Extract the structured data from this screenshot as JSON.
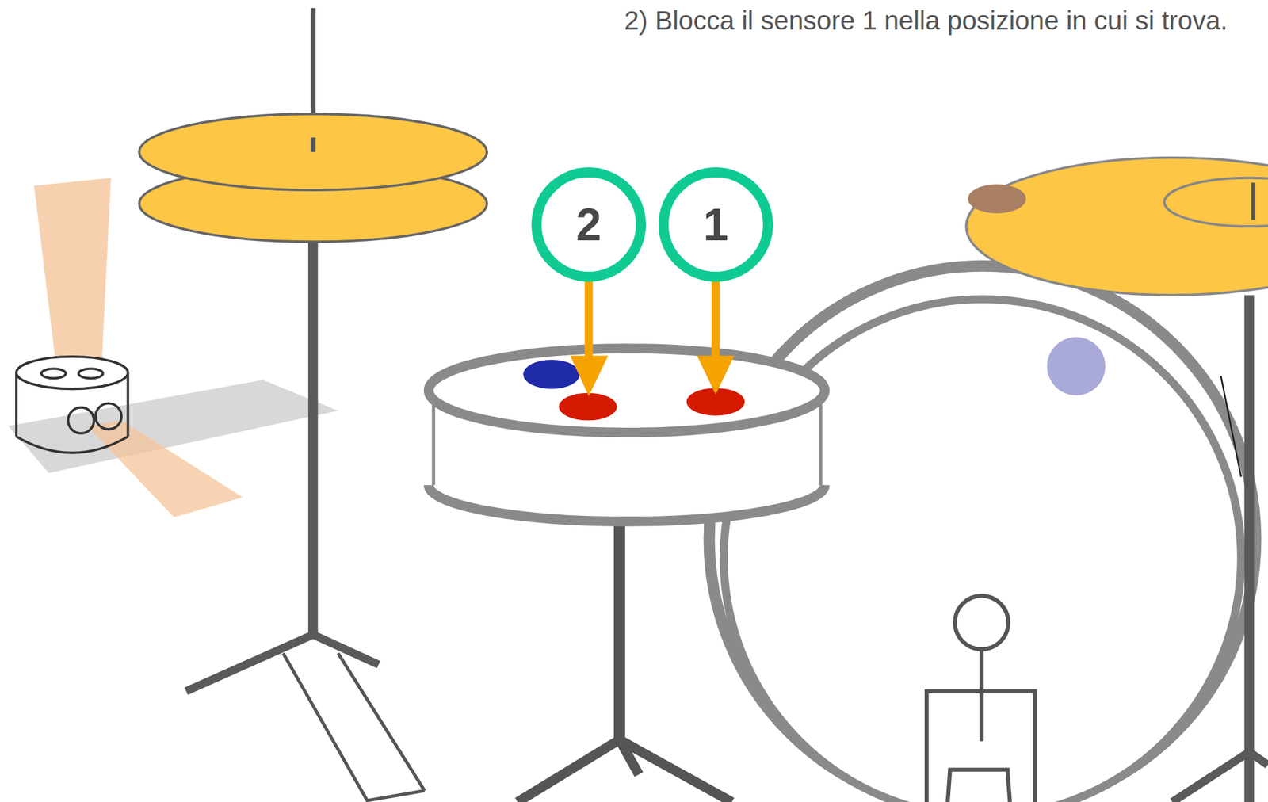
{
  "diagram": {
    "nodes": [
      {
        "text": [
          "2"
        ]
      },
      {
        "text": [
          "1"
        ]
      }
    ],
    "labels": [
      "2) Blocca il sensore 1 nella posizione in cui si trova."
    ]
  }
}
